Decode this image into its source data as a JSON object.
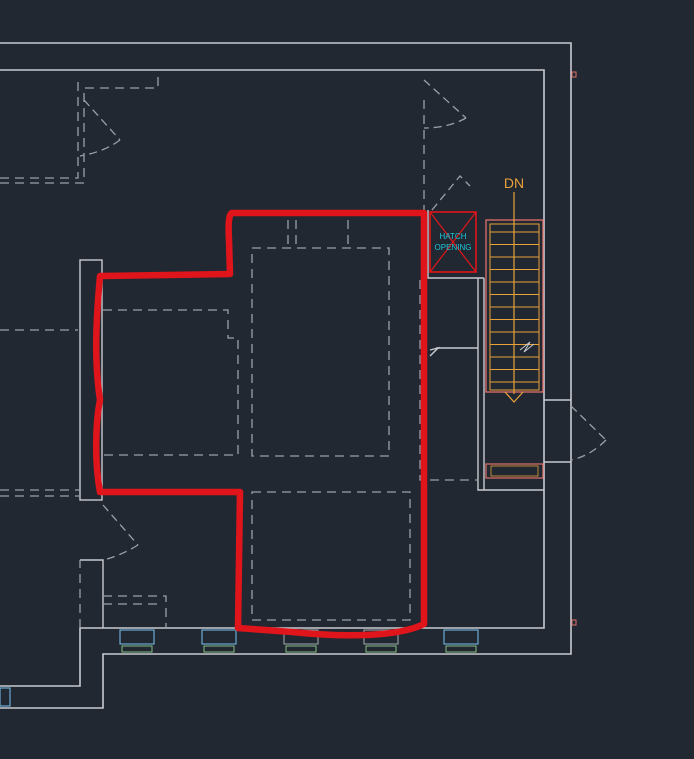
{
  "drawing": {
    "background_color": "#222831",
    "wall_color": "#c8cbd0",
    "hidden_line_color": "#9aa0a8",
    "stair_color": "#e8a23a",
    "stair_frame_color": "#e0706a",
    "highlight_color": "#e0151b",
    "hatch_text_color": "#19c6d8",
    "window_color": "#6fb7e0"
  },
  "labels": {
    "stair_direction": "DN",
    "hatch_line1": "HATCH",
    "hatch_line2": "OPENING"
  }
}
